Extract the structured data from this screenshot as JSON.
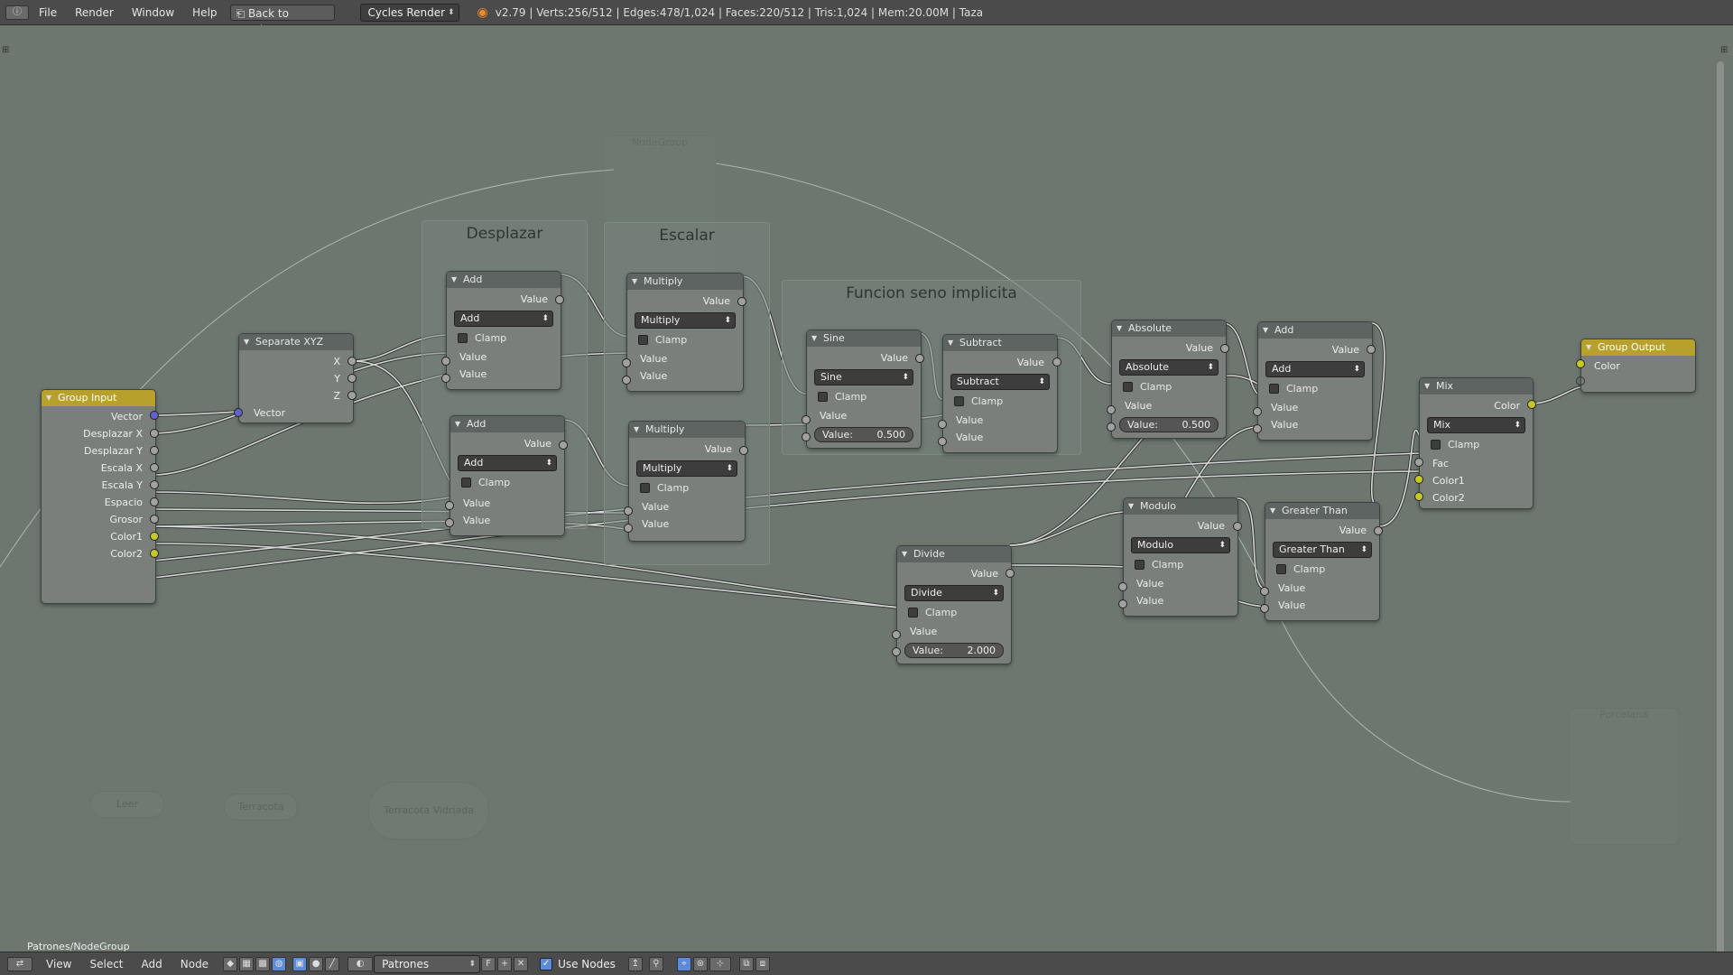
{
  "header": {
    "menus": [
      "File",
      "Render",
      "Window",
      "Help"
    ],
    "back_button": "Back to Previous",
    "engine": "Cycles Render",
    "stats": "v2.79 | Verts:256/512 | Edges:478/1,024 | Faces:220/512 | Tris:1,024 | Mem:20.00M | Taza"
  },
  "footer": {
    "menus": [
      "View",
      "Select",
      "Add",
      "Node"
    ],
    "material_name": "Patrones",
    "fake_user": "F",
    "use_nodes_label": "Use Nodes"
  },
  "editor": {
    "path_label": "Patrones/NodeGroup",
    "frames": {
      "desplazar": "Desplazar",
      "escalar": "Escalar",
      "funcion": "Funcion seno implicita"
    },
    "group_input": {
      "title": "Group Input",
      "outputs": [
        "Vector",
        "Desplazar X",
        "Desplazar Y",
        "Escala X",
        "Escala Y",
        "Espacio",
        "Grosor",
        "Color1",
        "Color2"
      ]
    },
    "separate_xyz": {
      "title": "Separate XYZ",
      "outputs": [
        "X",
        "Y",
        "Z"
      ],
      "input": "Vector"
    },
    "add1": {
      "title": "Add",
      "output": "Value",
      "op": "Add",
      "clamp": "Clamp",
      "in1": "Value",
      "in2": "Value"
    },
    "add2": {
      "title": "Add",
      "output": "Value",
      "op": "Add",
      "clamp": "Clamp",
      "in1": "Value",
      "in2": "Value"
    },
    "mul1": {
      "title": "Multiply",
      "output": "Value",
      "op": "Multiply",
      "clamp": "Clamp",
      "in1": "Value",
      "in2": "Value"
    },
    "mul2": {
      "title": "Multiply",
      "output": "Value",
      "op": "Multiply",
      "clamp": "Clamp",
      "in1": "Value",
      "in2": "Value"
    },
    "sine": {
      "title": "Sine",
      "output": "Value",
      "op": "Sine",
      "clamp": "Clamp",
      "in1": "Value",
      "field_label": "Value:",
      "field_value": "0.500"
    },
    "subtract": {
      "title": "Subtract",
      "output": "Value",
      "op": "Subtract",
      "clamp": "Clamp",
      "in1": "Value",
      "in2": "Value"
    },
    "absolute": {
      "title": "Absolute",
      "output": "Value",
      "op": "Absolute",
      "clamp": "Clamp",
      "in1": "Value",
      "field_label": "Value:",
      "field_value": "0.500"
    },
    "add3": {
      "title": "Add",
      "output": "Value",
      "op": "Add",
      "clamp": "Clamp",
      "in1": "Value",
      "in2": "Value"
    },
    "divide": {
      "title": "Divide",
      "output": "Value",
      "op": "Divide",
      "clamp": "Clamp",
      "in1": "Value",
      "field_label": "Value:",
      "field_value": "2.000"
    },
    "modulo": {
      "title": "Modulo",
      "output": "Value",
      "op": "Modulo",
      "clamp": "Clamp",
      "in1": "Value",
      "in2": "Value"
    },
    "greater": {
      "title": "Greater Than",
      "output": "Value",
      "op": "Greater Than",
      "clamp": "Clamp",
      "in1": "Value",
      "in2": "Value"
    },
    "mix": {
      "title": "Mix",
      "output": "Color",
      "op": "Mix",
      "clamp": "Clamp",
      "fac": "Fac",
      "c1": "Color1",
      "c2": "Color2"
    },
    "group_output": {
      "title": "Group Output",
      "input": "Color"
    }
  }
}
